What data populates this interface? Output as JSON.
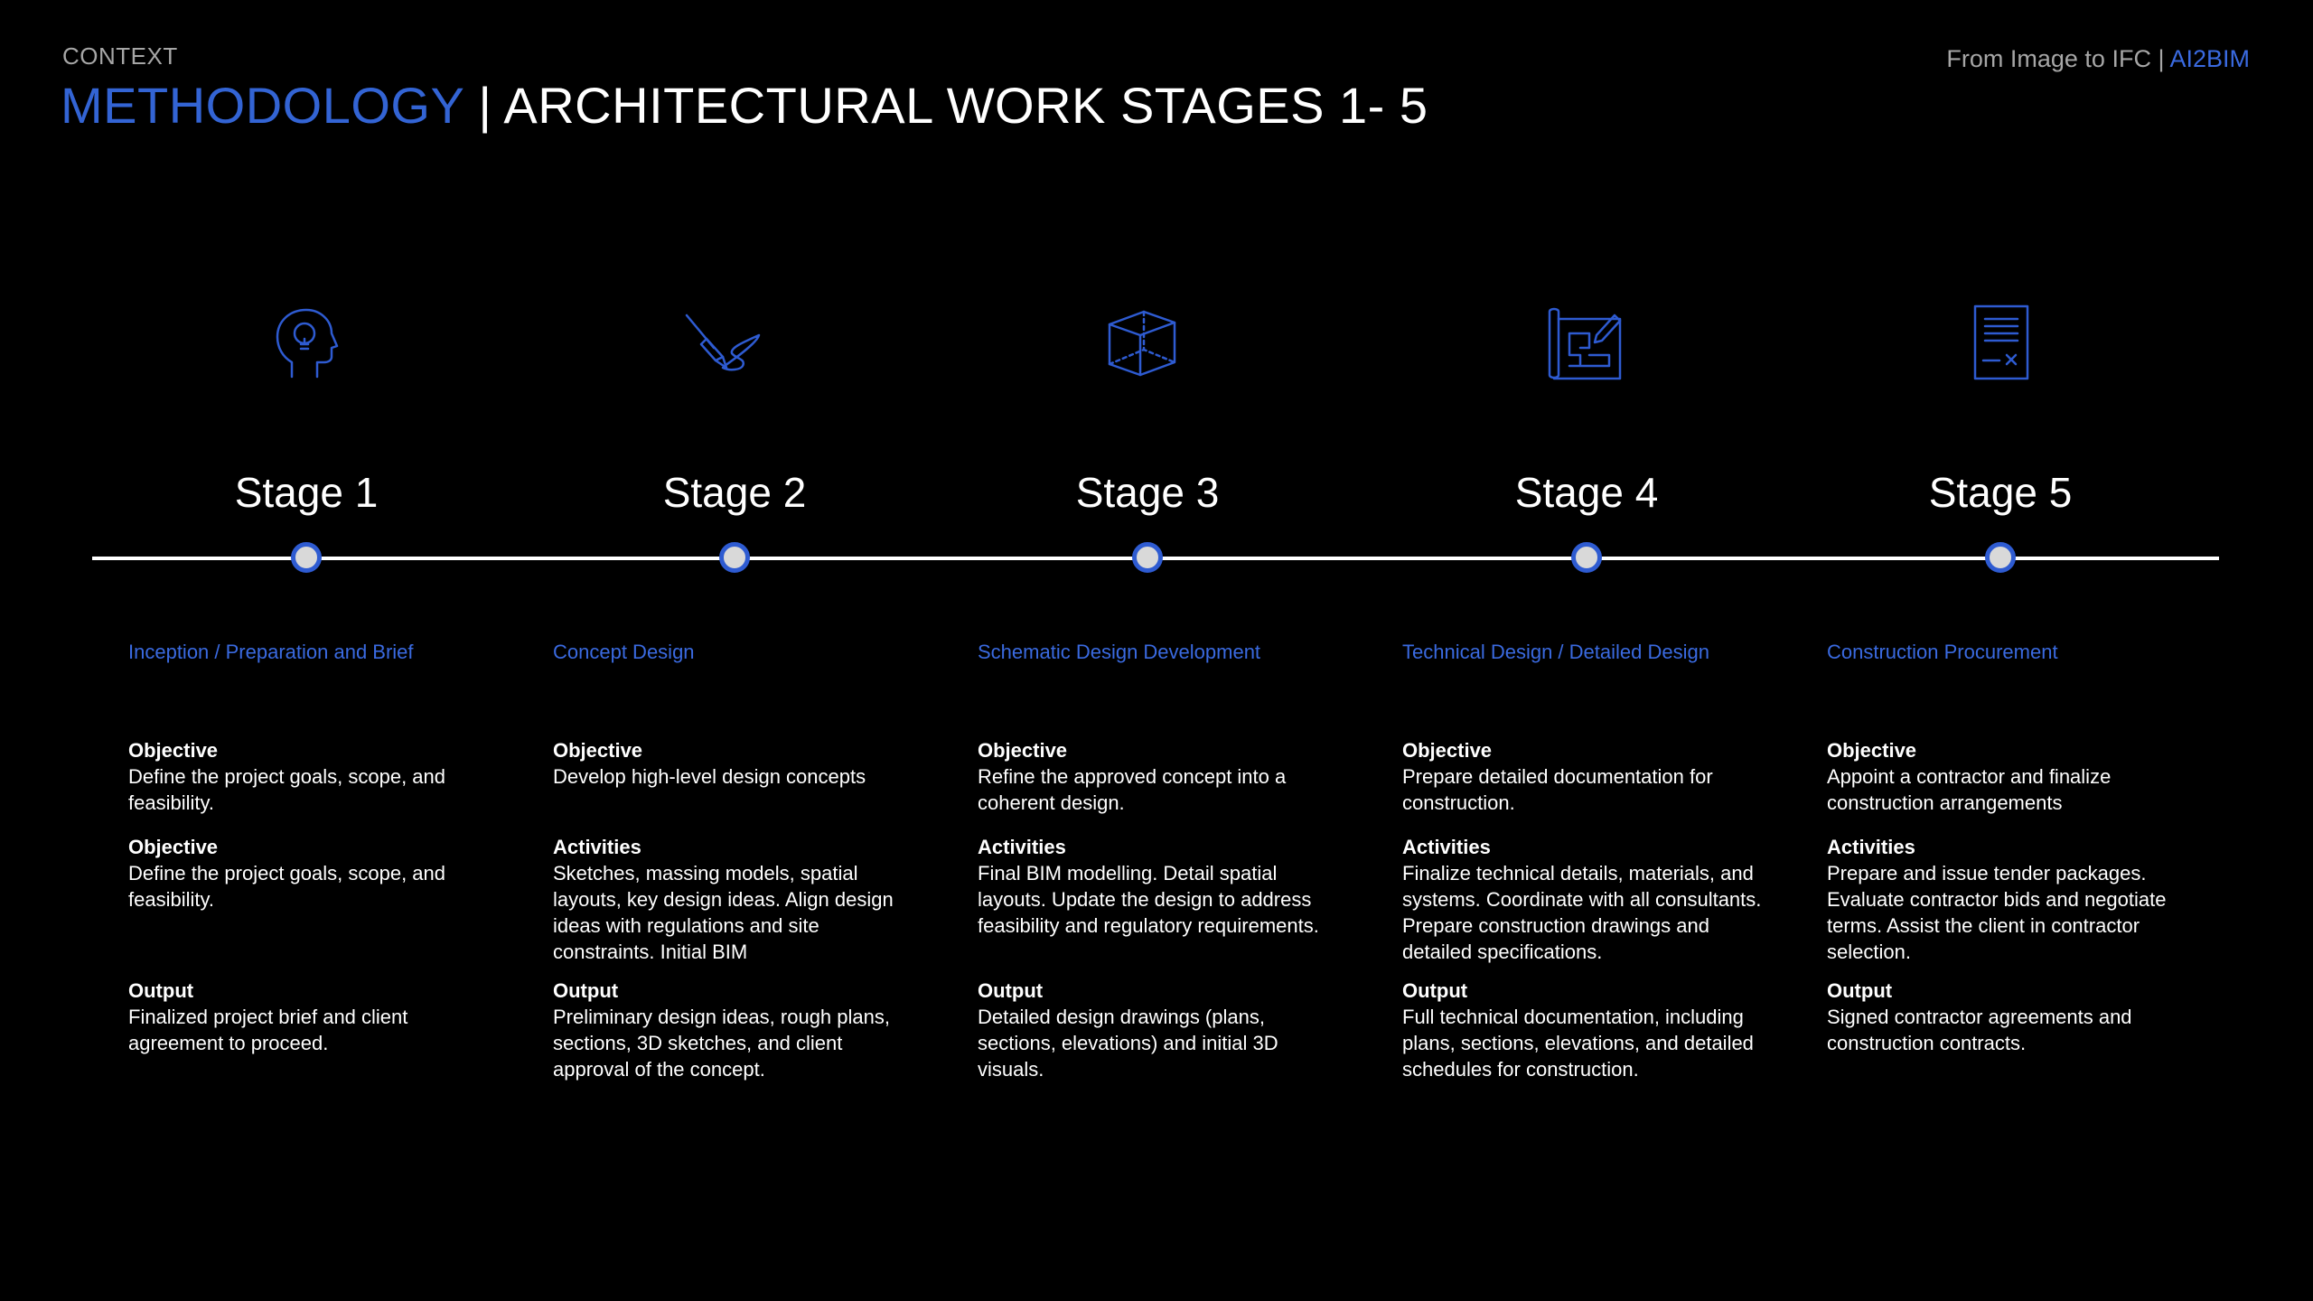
{
  "header": {
    "context": "CONTEXT",
    "title_accent": "METHODOLOGY",
    "title_sep": " | ",
    "title_rest": "ARCHITECTURAL WORK STAGES 1- 5",
    "brand_text": "From Image to IFC | ",
    "brand_accent": "AI2BIM"
  },
  "colors": {
    "accent": "#3364d4",
    "background": "#000000",
    "text": "#ffffff",
    "muted": "#a6a6a6"
  },
  "stages": [
    {
      "label": "Stage 1",
      "icon": "head-lightbulb-icon",
      "heading": "Inception / Preparation and Brief",
      "b1_title": "Objective",
      "b1_text": "Define the project goals, scope, and feasibility.",
      "b2_title": "Objective",
      "b2_text": "Define the project goals, scope, and feasibility.",
      "b3_title": "Output",
      "b3_text": "Finalized project brief and client agreement to proceed."
    },
    {
      "label": "Stage 2",
      "icon": "pen-sketch-icon",
      "heading": "Concept Design",
      "b1_title": "Objective",
      "b1_text": "Develop high-level design concepts",
      "b2_title": "Activities",
      "b2_text": "Sketches, massing models, spatial layouts, key design ideas. Align design ideas with regulations and site constraints. Initial BIM",
      "b3_title": "Output",
      "b3_text": "Preliminary design ideas, rough plans, sections, 3D sketches, and client approval of the concept."
    },
    {
      "label": "Stage 3",
      "icon": "cube-icon",
      "heading": "Schematic Design Development",
      "b1_title": "Objective",
      "b1_text": "Refine the approved concept into a coherent design.",
      "b2_title": "Activities",
      "b2_text": "Final BIM modelling. Detail spatial layouts. Update the design to address feasibility and regulatory requirements.",
      "b3_title": "Output",
      "b3_text": "Detailed design drawings (plans, sections, elevations) and initial 3D visuals."
    },
    {
      "label": "Stage 4",
      "icon": "blueprint-icon",
      "heading": "Technical Design / Detailed Design",
      "b1_title": "Objective",
      "b1_text": "Prepare detailed documentation for construction.",
      "b2_title": "Activities",
      "b2_text": "Finalize technical details, materials, and systems. Coordinate with all consultants. Prepare construction drawings and detailed specifications.",
      "b3_title": "Output",
      "b3_text": "Full technical documentation, including plans, sections, elevations, and detailed schedules for construction."
    },
    {
      "label": "Stage 5",
      "icon": "contract-document-icon",
      "heading": "Construction Procurement",
      "b1_title": "Objective",
      "b1_text": "Appoint a contractor and finalize construction arrangements",
      "b2_title": "Activities",
      "b2_text": "Prepare and issue tender packages. Evaluate contractor bids and negotiate terms. Assist the client in contractor selection.",
      "b3_title": "Output",
      "b3_text": "Signed contractor agreements and construction contracts."
    }
  ]
}
